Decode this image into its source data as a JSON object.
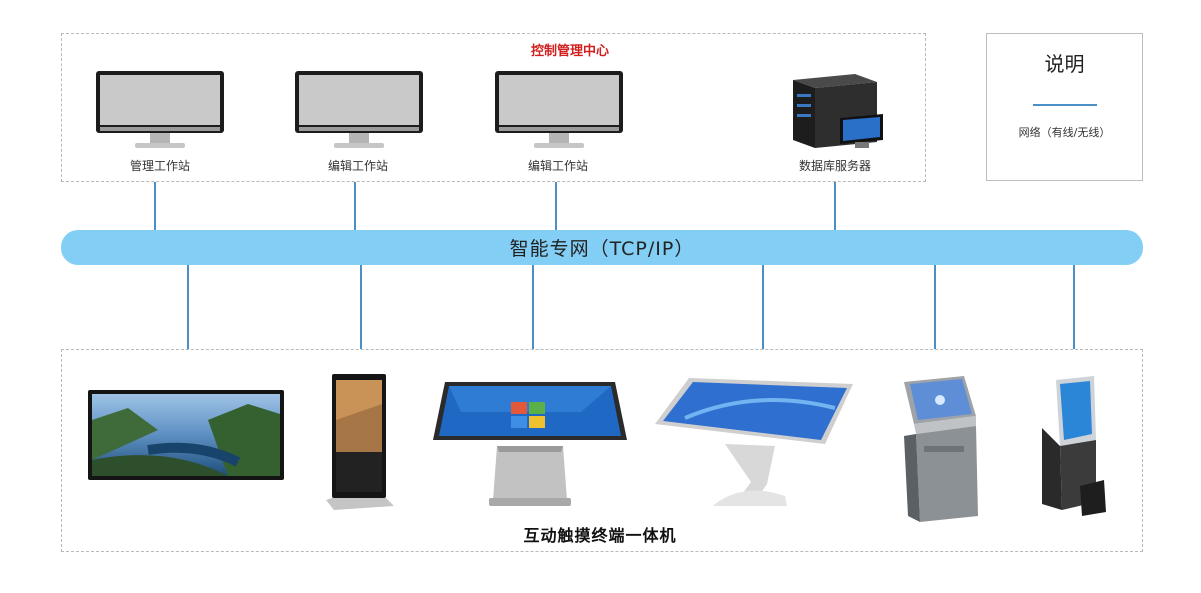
{
  "control_center": {
    "title": "控制管理中心",
    "devices": [
      {
        "label": "管理工作站",
        "icon": "monitor-icon"
      },
      {
        "label": "编辑工作站",
        "icon": "monitor-icon"
      },
      {
        "label": "编辑工作站",
        "icon": "monitor-icon"
      },
      {
        "label": "数据库服务器",
        "icon": "server-icon"
      }
    ]
  },
  "network": {
    "label": "智能专网（TCP/IP）"
  },
  "terminals": {
    "title": "互动触摸终端一体机",
    "devices": [
      {
        "icon": "wall-display-icon"
      },
      {
        "icon": "standing-kiosk-icon"
      },
      {
        "icon": "touch-table-icon"
      },
      {
        "icon": "tilted-touch-table-icon"
      },
      {
        "icon": "queue-kiosk-icon"
      },
      {
        "icon": "slim-kiosk-icon"
      }
    ]
  },
  "legend": {
    "title": "说明",
    "line_label": "网络（有线/无线）",
    "line_color": "#4a90c8"
  },
  "colors": {
    "network_bar": "#83cef4",
    "accent_title": "#d21f1f",
    "connector": "#4a90c8"
  }
}
